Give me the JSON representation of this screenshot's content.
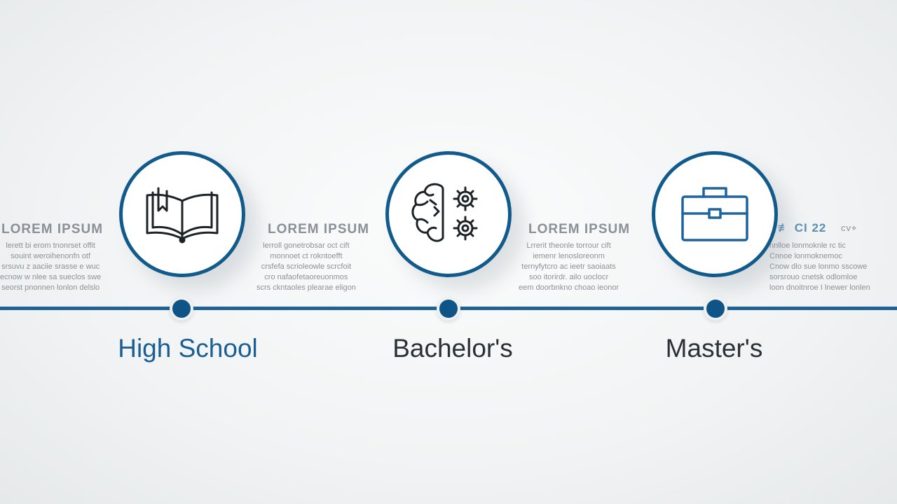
{
  "stages": [
    {
      "label": "High School",
      "label_color": "#1a5f93",
      "icon": "open-book-icon",
      "card_title": "LOREM IPSUM",
      "card_lines": [
        "lerett bi erom tnonrset offit",
        "souint weroihenonfn otf",
        "srsuvu z aaciie srasse e wuc",
        "ecnow w nlee sa sueclos swe",
        "seorst pnonnen lonlon delslo"
      ]
    },
    {
      "label": "Bachelor's",
      "label_color": "#2b3136",
      "icon": "brain-gears-icon",
      "card_title": "LOREM IPSUM",
      "card_lines": [
        "lerroll gonetrobsar oct cift",
        "monnoet ct rokntoefft",
        "crsfefa scrioleowle scrcfoit",
        "cro nafaofetaoreuonmos",
        "scrs ckntaoles plearae eligon"
      ]
    },
    {
      "label": "Master's",
      "label_color": "#2b3136",
      "icon": "briefcase-icon",
      "card_title": "LOREM IPSUM",
      "card_lines": [
        "Lrrerit theonle torrour cift",
        "iemenr lenosloreonm",
        "ternyfytcro ac ieetr saoiaats",
        "soo itorirdr. ailo uoclocr",
        "eem doorbnkno choao ieonor"
      ]
    }
  ],
  "partial_card": {
    "title": "≢ CI 22",
    "title_right": "cv⌖",
    "card_lines": [
      "nnlloe lonmoknle rc tic",
      "Cnnoe lonmoknemoc",
      "Cnow dlo sue lonmo sscowe",
      "sorsrouo cnetsk odlomloe",
      "loon dnoitnroe I lnewer lonlen"
    ]
  },
  "colors": {
    "accent": "#115a8c",
    "line": "#1f6396",
    "dot": "#0f5486"
  }
}
